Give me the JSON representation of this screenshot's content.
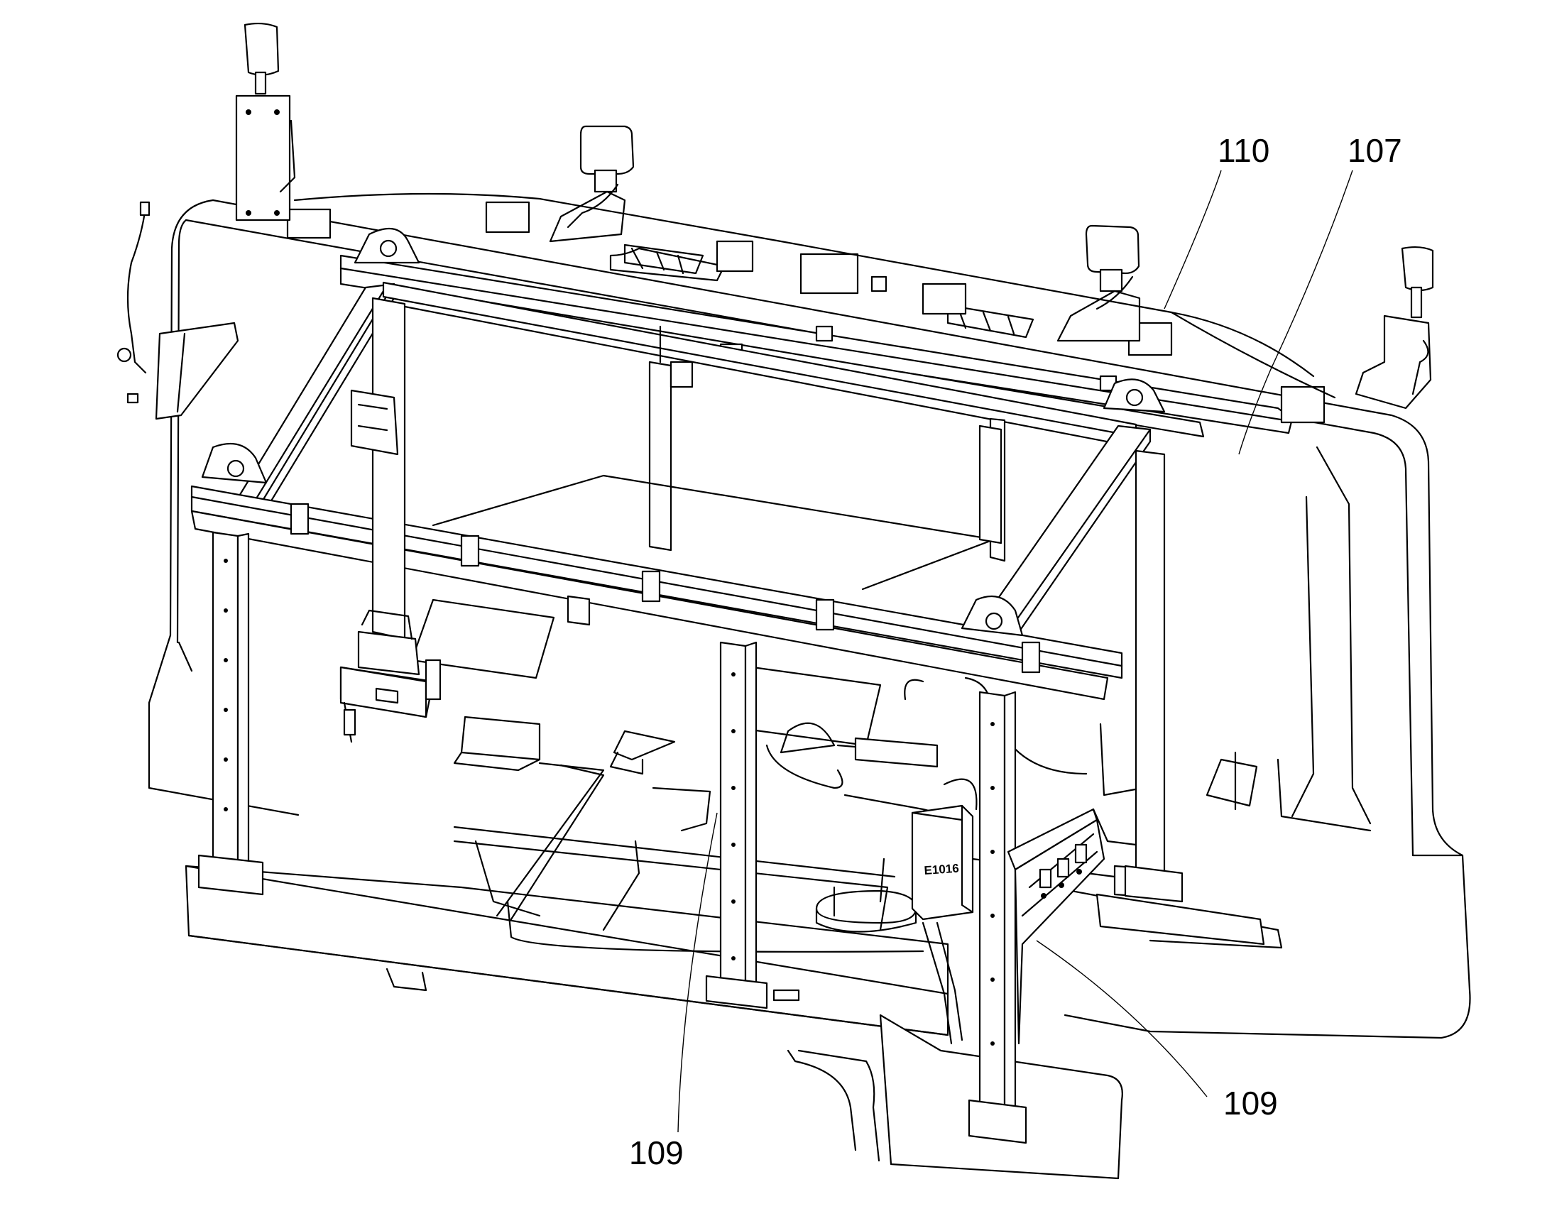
{
  "reference_numerals": {
    "label_110": "110",
    "label_107": "107",
    "label_109_left": "109",
    "label_109_right": "109"
  },
  "component_marking": {
    "junction_box": "E1016"
  }
}
